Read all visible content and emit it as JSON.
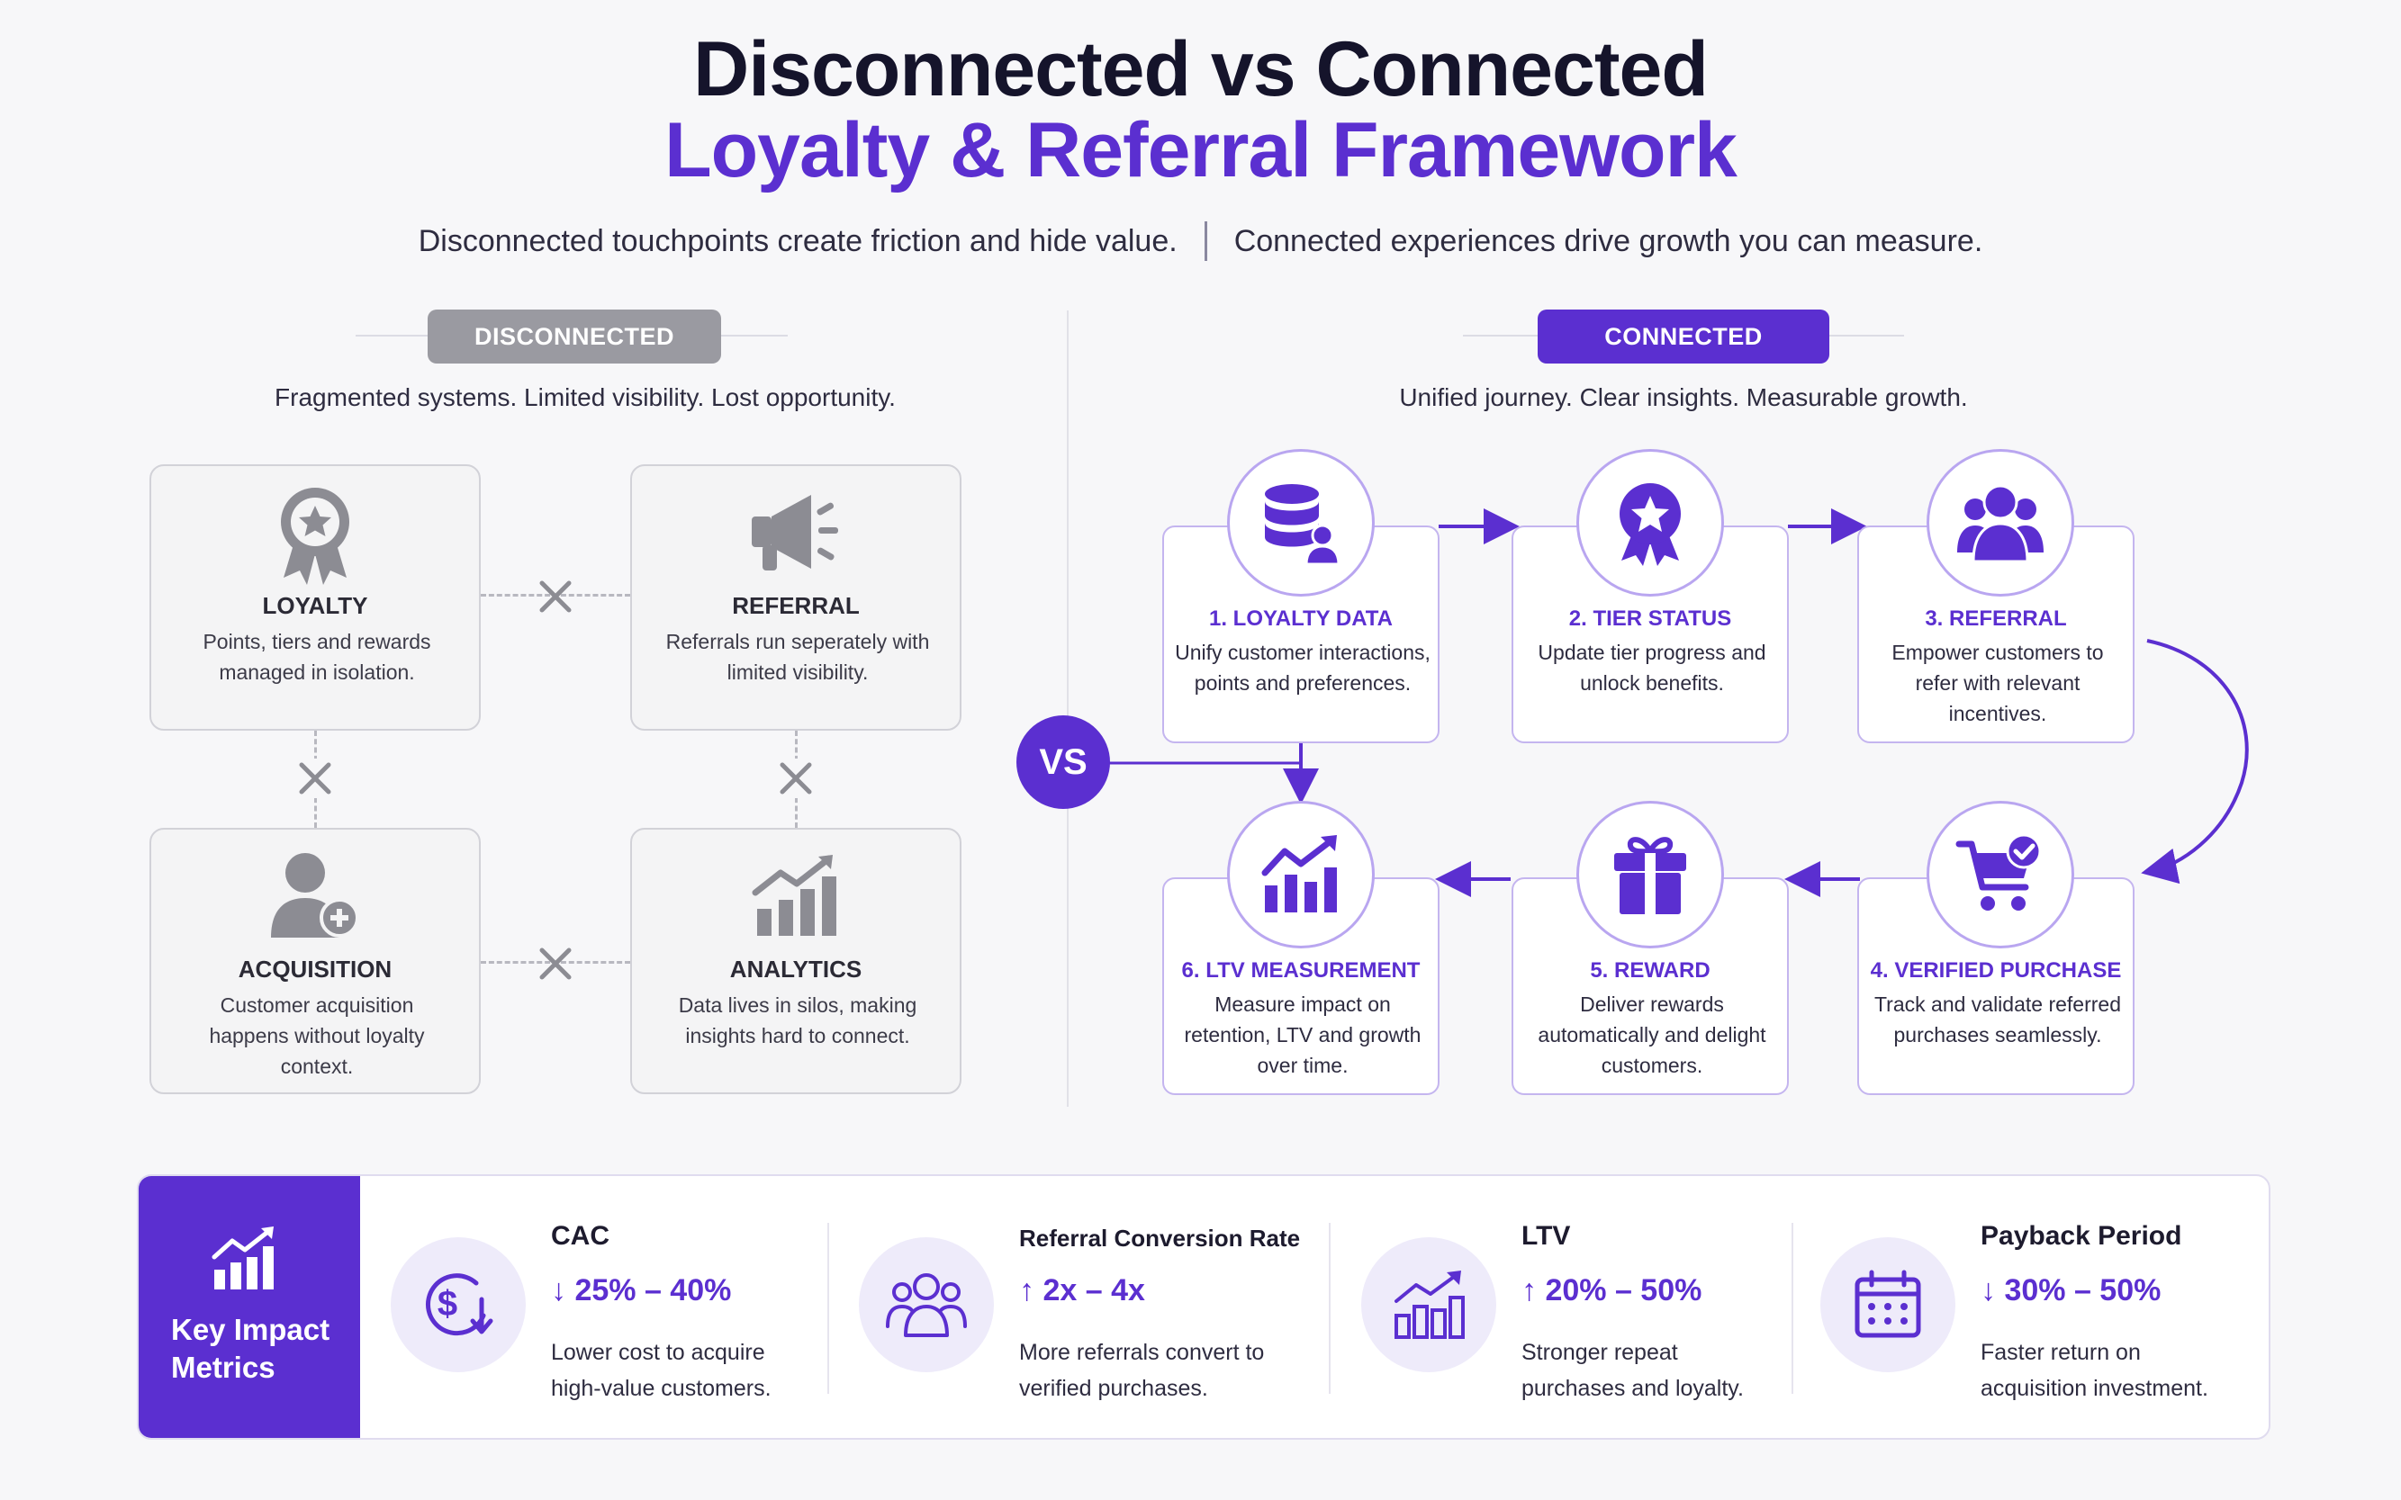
{
  "header": {
    "title_line1": "Disconnected vs Connected",
    "title_line2": "Loyalty & Referral Framework",
    "subtitle_left": "Disconnected touchpoints create friction and hide value.",
    "subtitle_right": "Connected experiences drive growth you can measure."
  },
  "disconnected": {
    "pill": "DISCONNECTED",
    "tagline": "Fragmented systems. Limited visibility. Lost opportunity.",
    "boxes": [
      {
        "icon": "award-badge-icon",
        "title": "LOYALTY",
        "desc": "Points, tiers and rewards managed in isolation."
      },
      {
        "icon": "megaphone-icon",
        "title": "REFERRAL",
        "desc": "Referrals run seperately with limited visibility."
      },
      {
        "icon": "user-add-icon",
        "title": "ACQUISITION",
        "desc": "Customer acquisition happens without loyalty context."
      },
      {
        "icon": "chart-growth-icon",
        "title": "ANALYTICS",
        "desc": "Data lives in silos, making insights hard to connect."
      }
    ]
  },
  "vs_label": "VS",
  "connected": {
    "pill": "CONNECTED",
    "tagline": "Unified journey. Clear insights. Measurable growth.",
    "steps": [
      {
        "icon": "database-user-icon",
        "title": "1. LOYALTY DATA",
        "desc": "Unify customer interactions, points and preferences."
      },
      {
        "icon": "star-badge-icon",
        "title": "2. TIER STATUS",
        "desc": "Update tier progress and unlock benefits."
      },
      {
        "icon": "users-group-icon",
        "title": "3. REFERRAL",
        "desc": "Empower customers to refer with relevant incentives."
      },
      {
        "icon": "cart-check-icon",
        "title": "4. VERIFIED PURCHASE",
        "desc": "Track and validate referred purchases seamlessly."
      },
      {
        "icon": "gift-icon",
        "title": "5. REWARD",
        "desc": "Deliver rewards automatically and delight customers."
      },
      {
        "icon": "chart-growth-icon",
        "title": "6. LTV MEASUREMENT",
        "desc": "Measure impact on retention, LTV and growth over time."
      }
    ]
  },
  "metrics": {
    "title": "Key Impact Metrics",
    "items": [
      {
        "icon": "dollar-down-icon",
        "label": "CAC",
        "value": "↓ 25% – 40%",
        "desc": "Lower cost to acquire high-value customers."
      },
      {
        "icon": "users-group-icon",
        "label": "Referral Conversion Rate",
        "value": "↑ 2x – 4x",
        "desc": "More referrals convert to verified purchases."
      },
      {
        "icon": "bar-chart-up-icon",
        "label": "LTV",
        "value": "↑ 20% – 50%",
        "desc": "Stronger repeat purchases and loyalty."
      },
      {
        "icon": "calendar-icon",
        "label": "Payback Period",
        "value": "↓ 30% – 50%",
        "desc": "Faster return on acquisition investment."
      }
    ]
  },
  "colors": {
    "brand_purple": "#5b2fd0",
    "disconnected_grey": "#9a9aa1",
    "title_dark": "#15142b"
  }
}
